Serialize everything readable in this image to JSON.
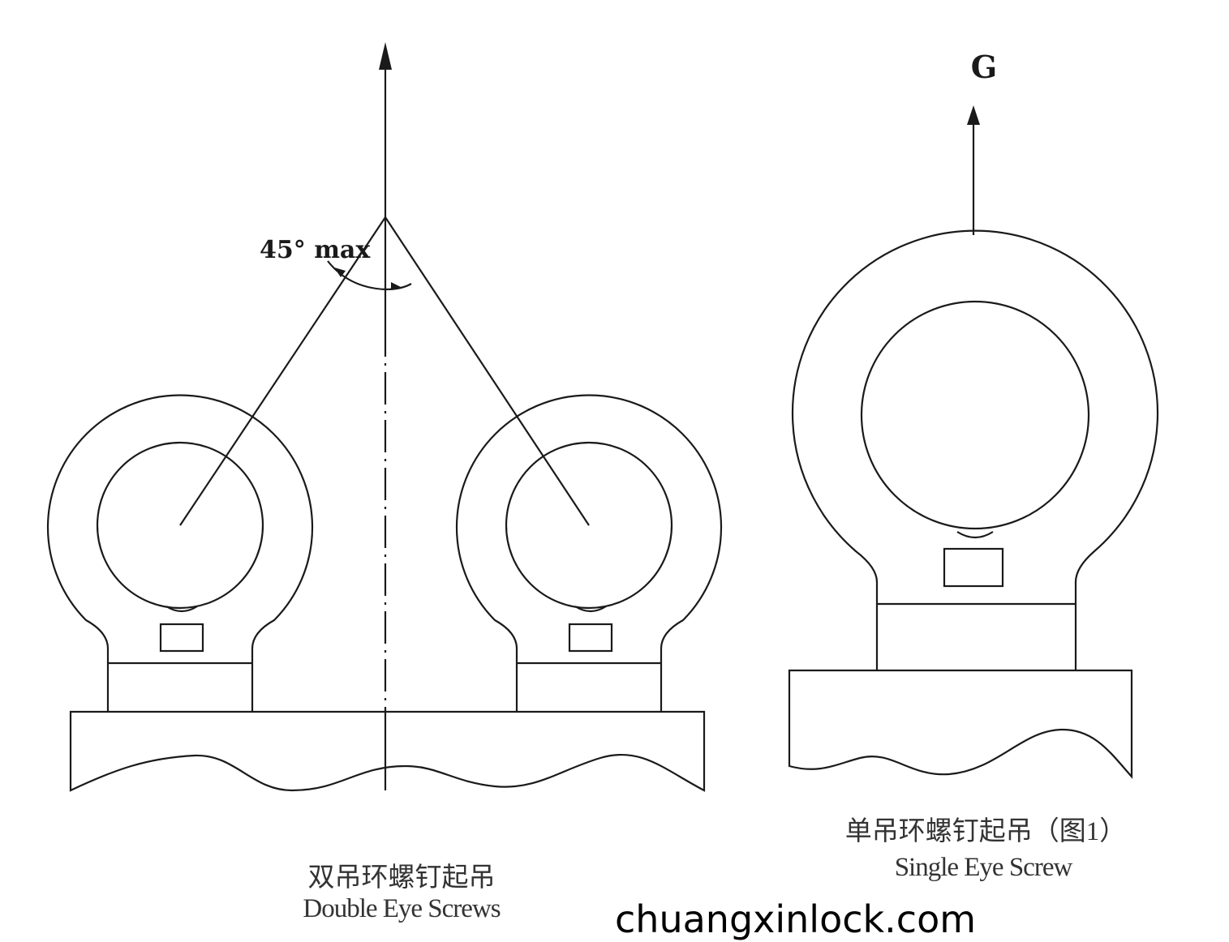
{
  "double": {
    "angle_label": "45° max",
    "title_cn": "双吊环螺钉起吊",
    "title_en": "Double Eye Screws"
  },
  "single": {
    "force_label": "G",
    "title_cn": "单吊环螺钉起吊（图1）",
    "title_en": "Single Eye Screw"
  },
  "watermark": "chuangxinlock.com",
  "colors": {
    "line": "#1a1a1a",
    "text": "#333333"
  }
}
